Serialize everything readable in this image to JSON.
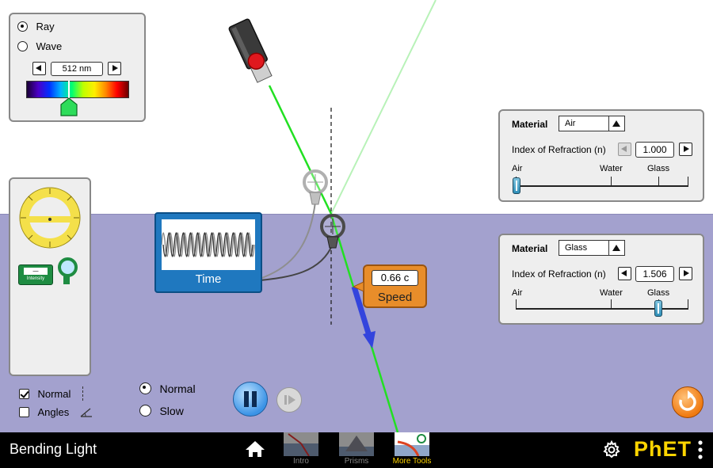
{
  "app": {
    "title": "Bending Light"
  },
  "colors": {
    "upper_medium": "#ffffff",
    "lower_medium": "#a3a1ce",
    "beam": "#22e022",
    "reflected_beam": "#b6f0b6",
    "speed_tool": "#e88d2a",
    "time_tool": "#1f78bf"
  },
  "light_panel": {
    "mode_ray": "Ray",
    "mode_wave": "Wave",
    "selected_mode": "Ray",
    "wavelength_value": "512 nm"
  },
  "material_top": {
    "title": "Material",
    "selected": "Air",
    "index_label": "Index of Refraction (n)",
    "index_value": "1.000",
    "ticks": [
      "Air",
      "Water",
      "Glass"
    ]
  },
  "material_bottom": {
    "title": "Material",
    "selected": "Glass",
    "index_label": "Index of Refraction (n)",
    "index_value": "1.506",
    "ticks": [
      "Air",
      "Water",
      "Glass"
    ]
  },
  "toolbox": {
    "intensity_label": "Intensity",
    "intensity_reading": "—"
  },
  "time_tool": {
    "label": "Time"
  },
  "speed_tool": {
    "value": "0.66 c",
    "label": "Speed"
  },
  "checks": {
    "normal_label": "Normal",
    "normal_checked": true,
    "angles_label": "Angles",
    "angles_checked": false
  },
  "speed": {
    "normal_label": "Normal",
    "slow_label": "Slow",
    "selected": "Normal"
  },
  "nav": {
    "tabs": [
      {
        "label": "Intro",
        "active": false
      },
      {
        "label": "Prisms",
        "active": false
      },
      {
        "label": "More Tools",
        "active": true
      }
    ]
  },
  "brand": {
    "logo": "PhET"
  },
  "icons": [
    "home-icon",
    "gear-icon",
    "kebab-menu-icon",
    "reset-all-icon",
    "pause-icon",
    "step-forward-icon",
    "laser-icon",
    "protractor-icon",
    "intensity-sensor-icon",
    "normal-line-icon",
    "angle-icon"
  ]
}
